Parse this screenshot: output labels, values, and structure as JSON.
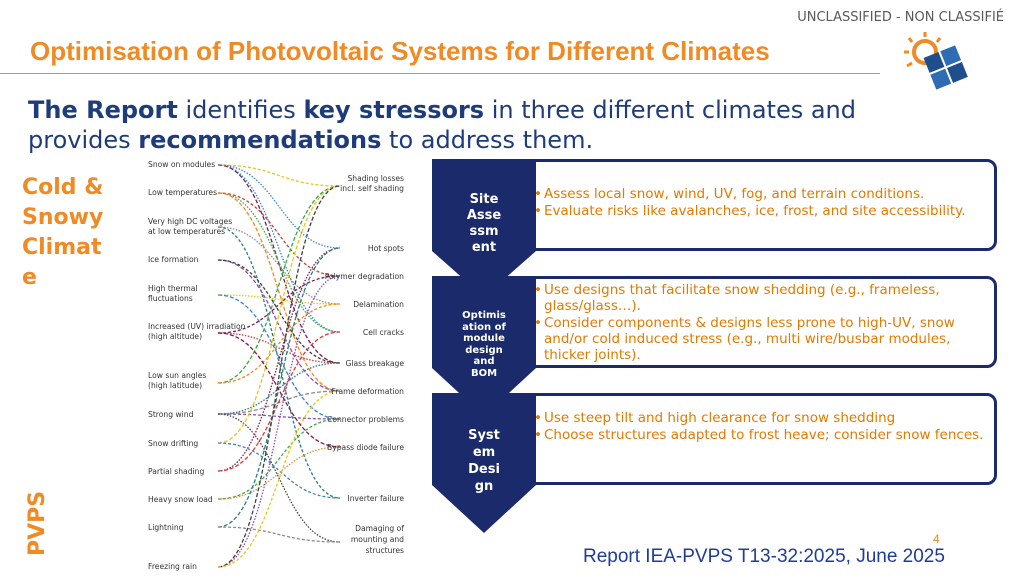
{
  "header": {
    "classification": "UNCLASSIFIED - NON CLASSIFIÉ",
    "title": "Optimisation of Photovoltaic Systems for Different Climates"
  },
  "subtitle": {
    "p1": "The Report",
    "p2": " identifies ",
    "p3": "key stressors",
    "p4": " in three different climates and provides ",
    "p5": "recommendations",
    "p6": " to address them."
  },
  "climate_label": "Cold & Snowy Climate",
  "side_label": "PVPS",
  "diagram": {
    "left_labels": [
      "Snow on modules",
      "Low temperatures",
      "Very high DC voltages",
      "at low temperatures",
      "Ice formation",
      "High thermal",
      "fluctuations",
      "Increased (UV) irradiation",
      "(high altitude)",
      "Low sun angles",
      "(high latitude)",
      "Strong wind",
      "Snow drifting",
      "Partial shading",
      "Heavy snow load",
      "Lightning",
      "Freezing rain"
    ],
    "right_labels": [
      "Shading losses",
      "incl. self shading",
      "Hot spots",
      "Polymer degradation",
      "Delamination",
      "Cell cracks",
      "Glass breakage",
      "Frame deformation",
      "Connector problems",
      "Bypass diode failure",
      "Inverter failure",
      "Damaging of",
      "mounting and",
      "structures"
    ],
    "link_colors": [
      "#E6C619",
      "#3A86C8",
      "#7A1F4E",
      "#D43A3A",
      "#39A845",
      "#F08A24",
      "#2E7D7A",
      "#8A8A8A",
      "#8C4FB5",
      "#3F3F3F"
    ]
  },
  "rows": [
    {
      "label": "Site Assessment",
      "label_display": "Site\nAsse\nssm\nent",
      "bullets": [
        "Assess local snow, wind, UV, fog, and terrain conditions.",
        "Evaluate risks like avalanches, ice, frost, and site accessibility."
      ]
    },
    {
      "label": "Optimisation of module design and BOM",
      "label_display": "Optimis\nation of\nmodule\ndesign\nand\nBOM",
      "bullets": [
        "Use designs that facilitate snow shedding (e.g., frameless, glass/glass…).",
        "Consider components & designs less prone to high-UV, snow and/or cold induced stress (e.g., multi wire/busbar modules, thicker joints)."
      ]
    },
    {
      "label": "System Design",
      "label_display": "Syst\nem\nDesi\ngn",
      "bullets": [
        "Use steep tilt and high clearance for snow shedding",
        "Choose structures adapted to frost heave; consider snow fences."
      ]
    }
  ],
  "colors": {
    "accent_orange": "#F08A24",
    "navy": "#1B2A6B",
    "bullet_orange": "#E07A00"
  },
  "footer": {
    "page_number": "4",
    "report": "Report IEA-PVPS T13-32:2025, June 2025"
  }
}
